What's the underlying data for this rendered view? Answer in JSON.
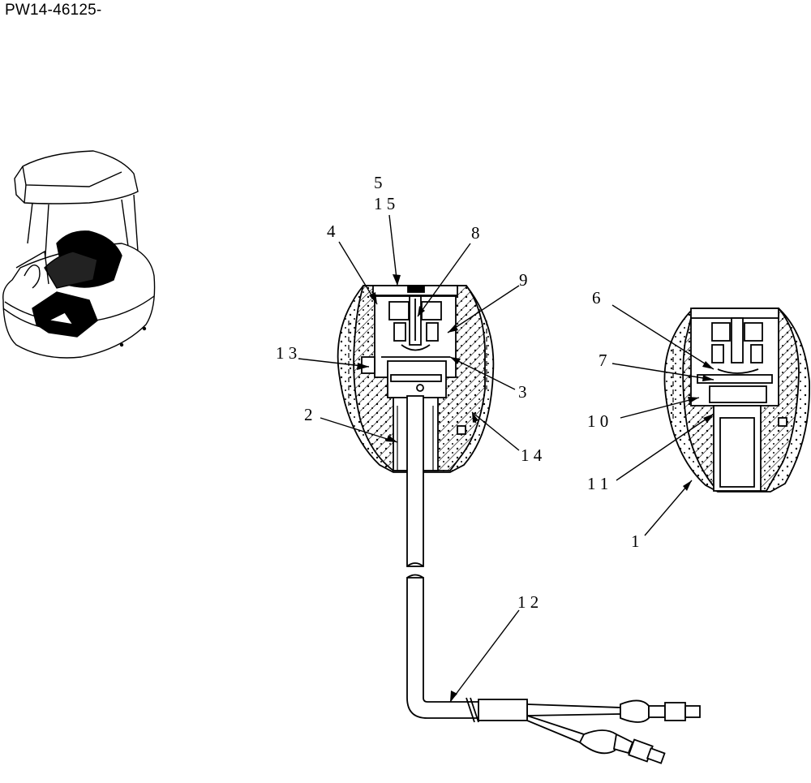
{
  "document": {
    "id": "PW14-46125-"
  },
  "callouts": [
    "5",
    "1 5",
    "4",
    "8",
    "9",
    "1 3",
    "3",
    "2",
    "1 4",
    "6",
    "7",
    "1 0",
    "1 1",
    "1",
    "1 2"
  ],
  "colors": {
    "line": "#000000",
    "background": "#ffffff"
  }
}
